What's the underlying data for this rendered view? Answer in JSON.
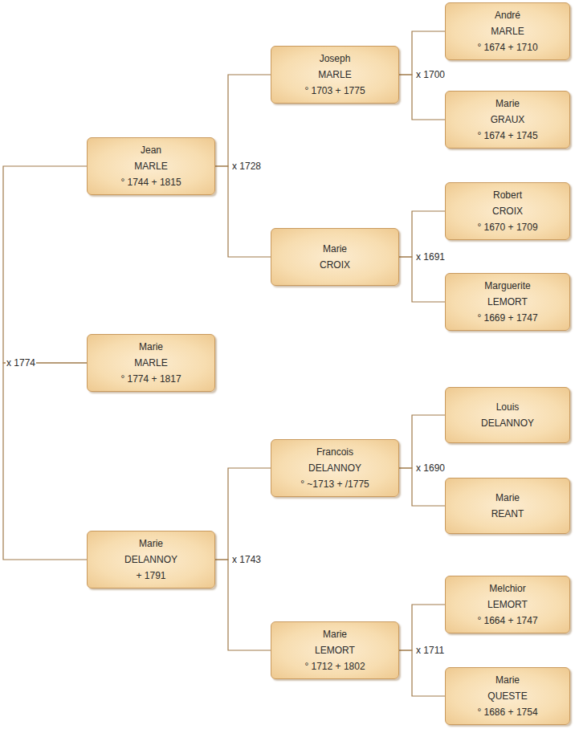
{
  "diagram": {
    "nodes": [
      {
        "text": [
          "André",
          "MARLE",
          "° 1674 + 1710"
        ]
      },
      {
        "text": [
          "Joseph",
          "MARLE",
          "° 1703 + 1775"
        ]
      },
      {
        "text": [
          "Marie",
          "GRAUX",
          "° 1674 + 1745"
        ]
      },
      {
        "text": [
          "Jean",
          "MARLE",
          "° 1744 + 1815"
        ]
      },
      {
        "text": [
          "Robert",
          "CROIX",
          "° 1670 + 1709"
        ]
      },
      {
        "text": [
          "Marie",
          "CROIX"
        ]
      },
      {
        "text": [
          "Marguerite",
          "LEMORT",
          "° 1669 + 1747"
        ]
      },
      {
        "text": [
          "Marie",
          "MARLE",
          "° 1774 + 1817"
        ]
      },
      {
        "text": [
          "Louis",
          "DELANNOY"
        ]
      },
      {
        "text": [
          "Francois",
          "DELANNOY",
          "° ~1713 + /1775"
        ]
      },
      {
        "text": [
          "Marie",
          "REANT"
        ]
      },
      {
        "text": [
          "Marie",
          "DELANNOY",
          "+ 1791"
        ]
      },
      {
        "text": [
          "Melchior",
          "LEMORT",
          "° 1664 + 1747"
        ]
      },
      {
        "text": [
          "Marie",
          "LEMORT",
          "° 1712 + 1802"
        ]
      },
      {
        "text": [
          "Marie",
          "QUESTE",
          "° 1686 + 1754"
        ]
      }
    ],
    "edges": [
      {
        "from": 7,
        "to": 3,
        "arrow": "none",
        "label": "x 1774"
      },
      {
        "from": 7,
        "to": 11,
        "arrow": "none"
      },
      {
        "from": 3,
        "to": 1,
        "arrow": "none",
        "label": "x 1728"
      },
      {
        "from": 3,
        "to": 5,
        "arrow": "none"
      },
      {
        "from": 1,
        "to": 0,
        "arrow": "none",
        "label": "x 1700"
      },
      {
        "from": 1,
        "to": 2,
        "arrow": "none"
      },
      {
        "from": 5,
        "to": 4,
        "arrow": "none",
        "label": "x 1691"
      },
      {
        "from": 5,
        "to": 6,
        "arrow": "none"
      },
      {
        "from": 11,
        "to": 9,
        "arrow": "none",
        "label": "x 1743"
      },
      {
        "from": 11,
        "to": 13,
        "arrow": "none"
      },
      {
        "from": 9,
        "to": 8,
        "arrow": "none",
        "label": "x 1690"
      },
      {
        "from": 9,
        "to": 10,
        "arrow": "none"
      },
      {
        "from": 13,
        "to": 12,
        "arrow": "none",
        "label": "x 1711"
      },
      {
        "from": 13,
        "to": 14,
        "arrow": "none"
      }
    ]
  }
}
